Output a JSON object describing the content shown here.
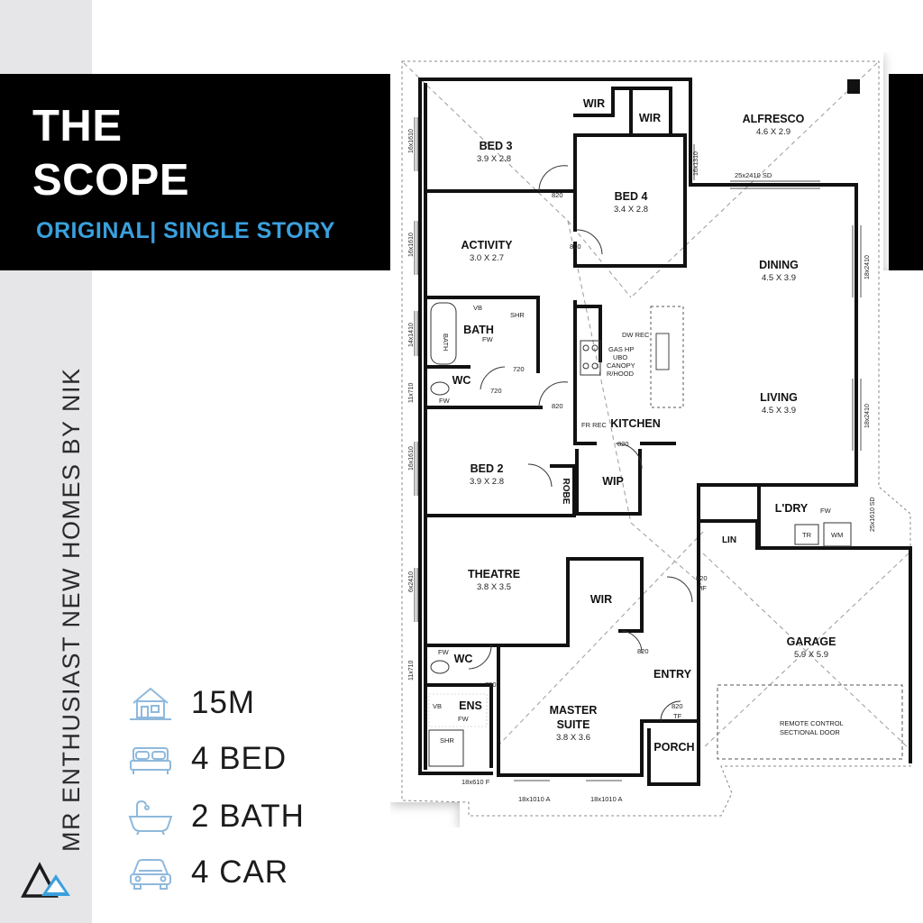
{
  "brand": {
    "title_line1": "THE",
    "title_line2": "SCOPE",
    "subtitle": "ORIGINAL| SINGLE STORY",
    "side_text": "MR ENTHUSIAST NEW HOMES BY NIK",
    "accent": "#3ba0dd",
    "icon_color": "#8fb9dc"
  },
  "specs": [
    {
      "icon": "house-icon",
      "label": "15M"
    },
    {
      "icon": "bed-icon",
      "label": "4 BED"
    },
    {
      "icon": "bath-icon",
      "label": "2 BATH"
    },
    {
      "icon": "car-icon",
      "label": "4 CAR"
    }
  ],
  "rooms": {
    "bed3": {
      "name": "BED 3",
      "size": "3.9 X 2.8"
    },
    "bed4": {
      "name": "BED 4",
      "size": "3.4 X 2.8"
    },
    "alfresco": {
      "name": "ALFRESCO",
      "size": "4.6 X 2.9"
    },
    "activity": {
      "name": "ACTIVITY",
      "size": "3.0 X 2.7"
    },
    "dining": {
      "name": "DINING",
      "size": "4.5 X 3.9"
    },
    "living": {
      "name": "LIVING",
      "size": "4.5 X 3.9"
    },
    "bed2": {
      "name": "BED 2",
      "size": "3.9 X 2.8"
    },
    "theatre": {
      "name": "THEATRE",
      "size": "3.8 X 3.5"
    },
    "master": {
      "name_line1": "MASTER",
      "name_line2": "SUITE",
      "size": "3.8 X 3.6"
    },
    "garage": {
      "name": "GARAGE",
      "size": "5.9 X 5.9"
    }
  },
  "labels": {
    "wir": "WIR",
    "bath": "BATH",
    "wc": "WC",
    "kitchen": "KITCHEN",
    "wip": "WIP",
    "robe": "ROBE",
    "ldry": "L'DRY",
    "lin": "LIN",
    "entry": "ENTRY",
    "ens": "ENS",
    "porch": "PORCH",
    "shr": "SHR",
    "vb": "VB",
    "fw": "FW",
    "tr": "TR",
    "wm": "WM",
    "bath_tub": "BATH",
    "fr_rec": "FR REC"
  },
  "annotations": {
    "d820": "820",
    "d720": "720",
    "mf": "MF",
    "tf": "TF",
    "w16x1610": "16x1610",
    "w16x1310": "16x1310",
    "w14x1410": "14x1410",
    "w11x710": "11x710",
    "w6x2410": "6x2410",
    "w18x2410": "18x2410",
    "w25x2410": "25x2410 SD",
    "w25x1610": "25x1610 SD",
    "w18x610": "18x610 F",
    "w18x1010": "18x1010 A",
    "dw_rec": "DW REC",
    "gas_hp": "GAS HP",
    "ubo": "UBO",
    "canopy": "CANOPY",
    "rhood": "R/HOOD",
    "remote_1": "REMOTE CONTROL",
    "remote_2": "SECTIONAL DOOR"
  }
}
